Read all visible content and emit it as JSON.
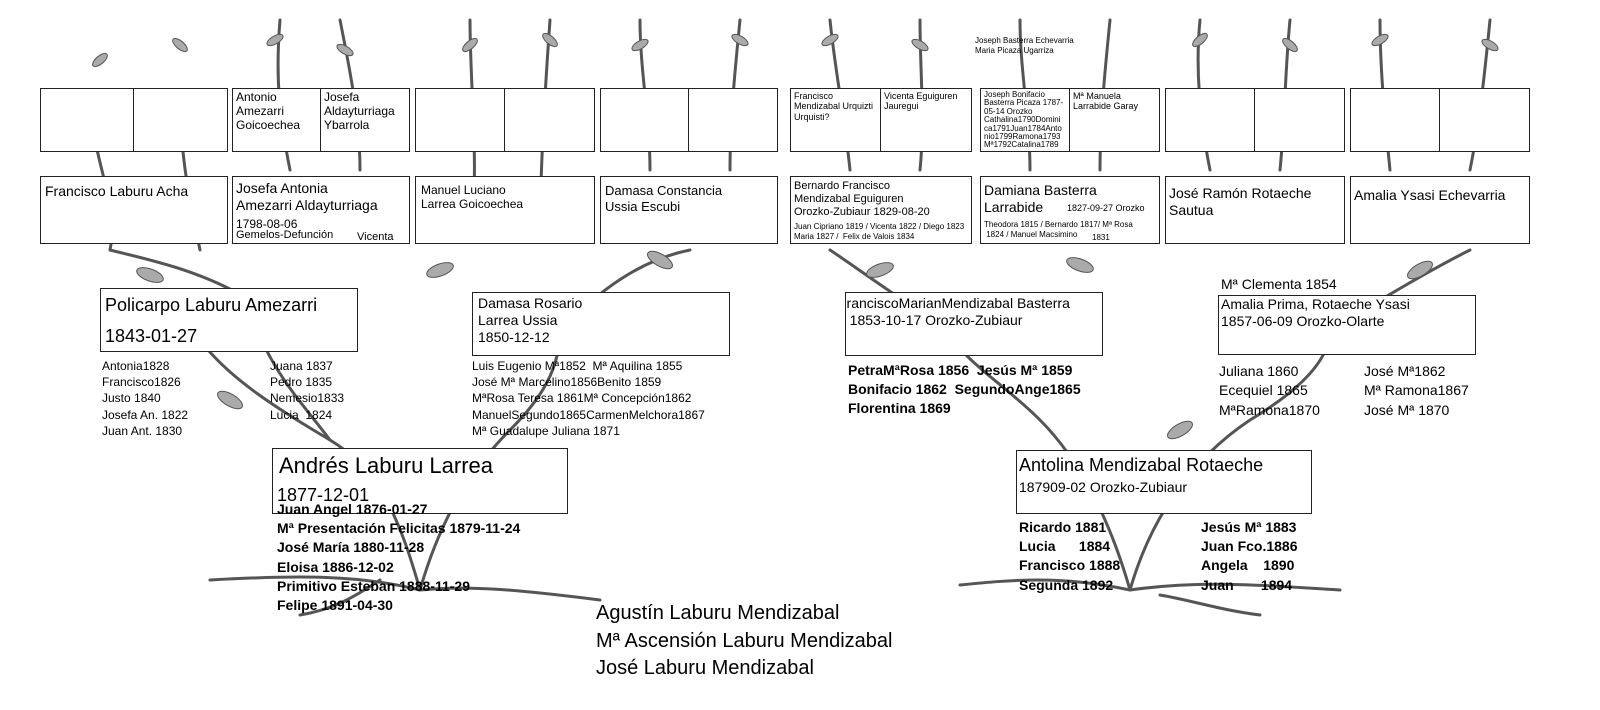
{
  "grandparents_top": {
    "lm_names": "Joseph Basterra Echevarria\nMaria Picaza Ugarriza"
  },
  "great_grandparents": [
    {
      "left": "",
      "right": ""
    },
    {
      "left": "Antonio\nAmezarri\nGoicoechea",
      "right": "Josefa\nAldayturriaga\nYbarrola"
    },
    {
      "left": "",
      "right": ""
    },
    {
      "left": "",
      "right": ""
    },
    {
      "left": "Francisco\nMendizabal  Urquizti\n               Urquisti?",
      "right": "Vicenta\nEguiguren Jauregui"
    },
    {
      "left": "Joseph Bonifacio\n Basterra Picaza\n1787-05-14 Orozko\nCathalina1790Domini\nca1791Juan1784Anto\nnio1799Ramona1793\nMª1792Catalina1789",
      "right": "Mª Manuela\nLarrabide Garay"
    },
    {
      "left": "",
      "right": ""
    },
    {
      "left": "",
      "right": ""
    }
  ],
  "grandparents": [
    {
      "name": "Francisco Laburu Acha"
    },
    {
      "name": "Josefa Antonia\nAmezarri Aldayturriaga",
      "date": "1798-08-06",
      "note": "Gemelos-Defunción",
      "note2": "Vicenta"
    },
    {
      "name": "Manuel Luciano\nLarrea Goicoechea"
    },
    {
      "name": "Damasa Constancia\nUssia Escubi"
    },
    {
      "name": "Bernardo Francisco\nMendizabal Eguiguren\nOrozko-Zubiaur 1829-08-20",
      "small": "Juan Cipriano 1819 / Vicenta 1822 / Diego 1823\nMaria 1827 /  Felix de Valois 1834"
    },
    {
      "name": "Damiana Basterra\nLarrabide",
      "date": "1827-09-27 Orozko",
      "small": "Theodora 1815 / Bernardo 1817/ Mª Rosa\n 1824 / Manuel Macsimino",
      "small2": "1831"
    },
    {
      "name": "José Ramón Rotaeche\nSautua"
    },
    {
      "name": "Amalia Ysasi Echevarria"
    }
  ],
  "parents": [
    {
      "name": "Policarpo Laburu Amezarri",
      "date": "1843-01-27"
    },
    {
      "name": "Damasa Rosario\nLarrea Ussia\n1850-12-12"
    },
    {
      "name": "FranciscoMarianMendizabal Basterra\n   1853-10-17 Orozko-Zubiaur"
    },
    {
      "above": "Mª Clementa 1854",
      "name": "Amalia Prima, Rotaeche Ysasi\n1857-06-09 Orozko-Olarte"
    }
  ],
  "siblings": {
    "policarpo_left": "Antonia1828\nFrancisco1826\nJusto 1840\nJosefa An. 1822\nJuan Ant. 1830",
    "policarpo_right": "Juana 1837\nPedro 1835\nNemesio1833\nLucia  1824",
    "damasa": "Luis Eugenio Mª1852  Mª Aquilina 1855\nJosé Mª Marcelino1856Benito 1859\nMªRosa Teresa 1861Mª Concepción1862\nManuelSegundo1865CarmenMelchora1867\nMª Guadalupe Juliana 1871",
    "francisco": "PetraMªRosa 1856  Jesús Mª 1859\nBonifacio 1862  SegundoAnge1865\nFlorentina 1869",
    "amalia_left": "Juliana 1860\nEcequiel 1865\nMªRamona1870",
    "amalia_right": "José Mª1862\nMª Ramona1867\nJosé Mª 1870"
  },
  "couple": [
    {
      "name": "Andrés Laburu Larrea",
      "date": "1877-12-01"
    },
    {
      "name": "Antolina Mendizabal Rotaeche",
      "date": "187909-02 Orozko-Zubiaur"
    }
  ],
  "couple_siblings": {
    "andres": "Juan Angel 1876-01-27\nMª Presentación Felicitas 1879-11-24\nJosé María 1880-11-28\nEloisa 1886-12-02\nPrimitivo Esteban 1888-11-29\nFelipe 1891-04-30",
    "antolina_left": "Ricardo 1881\nLucia      1884\nFrancisco 1888\nSegunda 1892",
    "antolina_right": "Jesús Mª 1883\nJuan Fco.1886\nAngela    1890\nJuan       1894"
  },
  "children": "Agustín Laburu Mendizabal\nMª Ascensión Laburu Mendizabal\nJosé Laburu Mendizabal"
}
